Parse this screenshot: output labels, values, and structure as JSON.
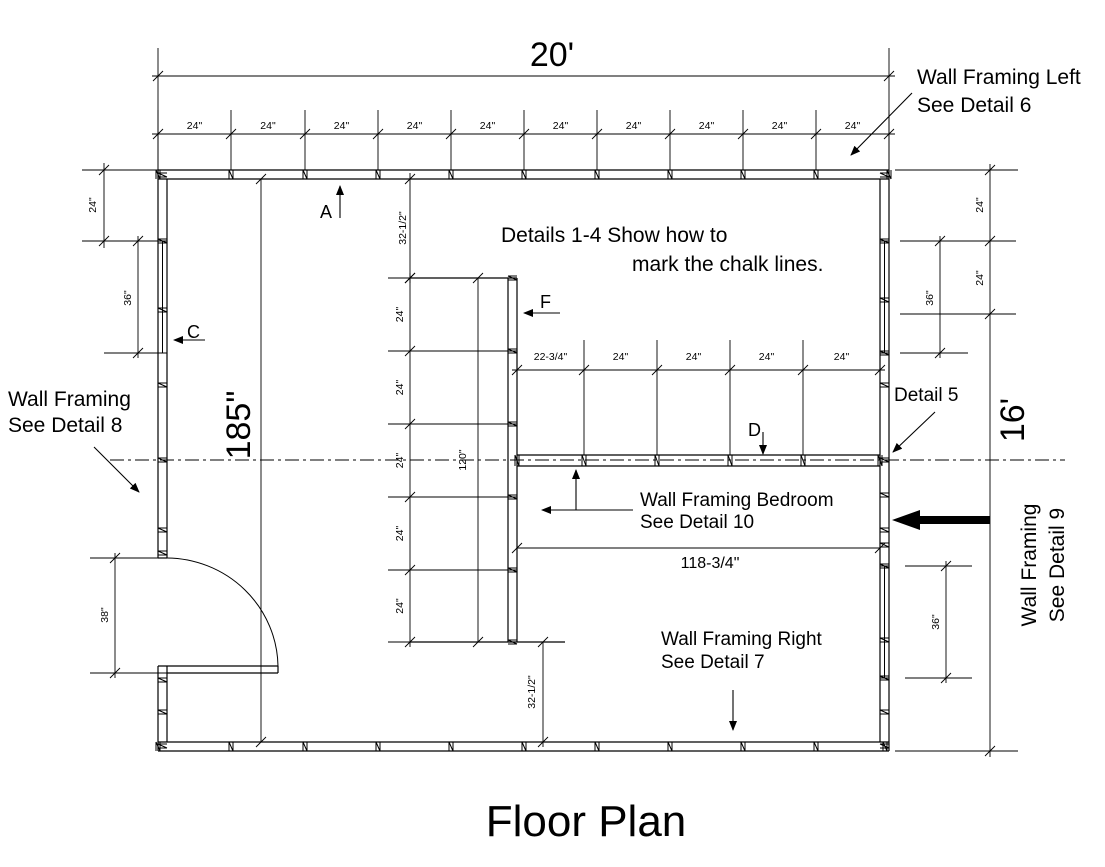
{
  "title": "Floor Plan",
  "overall": {
    "width": "20'",
    "depth": "16'",
    "interior": "185\""
  },
  "top_spacing": [
    "24\"",
    "24\"",
    "24\"",
    "24\"",
    "24\"",
    "24\"",
    "24\"",
    "24\"",
    "24\"",
    "24\""
  ],
  "left_dims": {
    "top": "24\"",
    "window": "36\"",
    "door": "38\""
  },
  "right_dims": {
    "top1": "24\"",
    "top2": "24\"",
    "window_upper": "36\"",
    "window_lower": "36\""
  },
  "partition_dims": {
    "top_offset": "32-1/2\"",
    "bottom_offset": "32-1/2\"",
    "spacing": [
      "24\"",
      "24\"",
      "24\"",
      "24\"",
      "24\""
    ],
    "length": "120\""
  },
  "bedroom_dims": {
    "spacing": [
      "22-3/4\"",
      "24\"",
      "24\"",
      "24\"",
      "24\""
    ],
    "length": "118-3/4\""
  },
  "markers": {
    "a": "A",
    "c": "C",
    "d": "D",
    "f": "F"
  },
  "notes": {
    "chalk_line1": "Details 1-4 Show how to",
    "chalk_line2": "mark the chalk lines.",
    "left_wall1": "Wall Framing",
    "left_wall2": "See Detail 8",
    "top_wall1": "Wall Framing Left",
    "top_wall2": "See Detail 6",
    "detail5": "Detail 5",
    "bedroom1": "Wall Framing Bedroom",
    "bedroom2": "See Detail 10",
    "right_wall1": "Wall Framing Right",
    "right_wall2": "See Detail 7",
    "back_wall1": "Wall Framing",
    "back_wall2": "See Detail 9"
  }
}
